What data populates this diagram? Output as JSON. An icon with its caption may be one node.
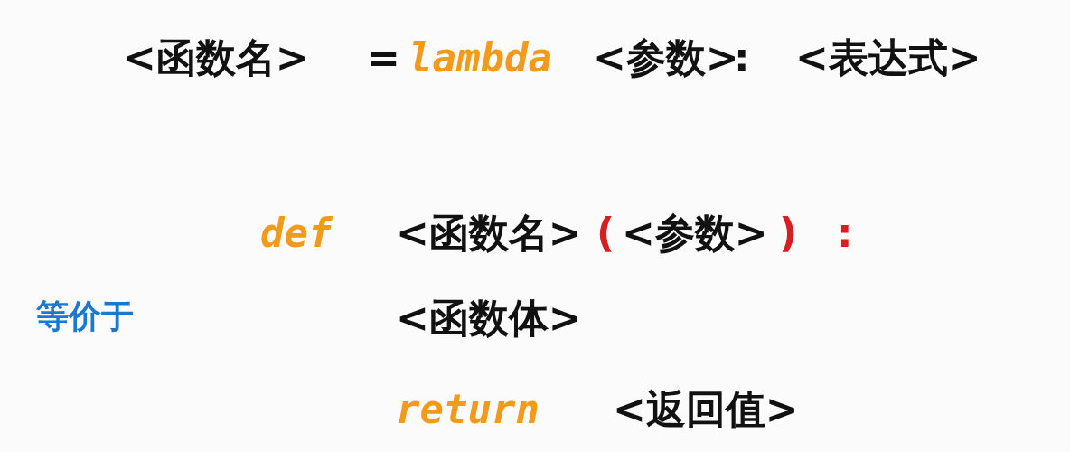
{
  "diagram": {
    "labels": [
      "<函数名>",
      "=",
      "lambda",
      "<参数>",
      ":",
      "<表达式>",
      "def",
      "<函数名>",
      "(",
      "<参数>",
      ")",
      ":",
      "等价于",
      "<函数体>",
      "return",
      "<返回值>"
    ]
  }
}
